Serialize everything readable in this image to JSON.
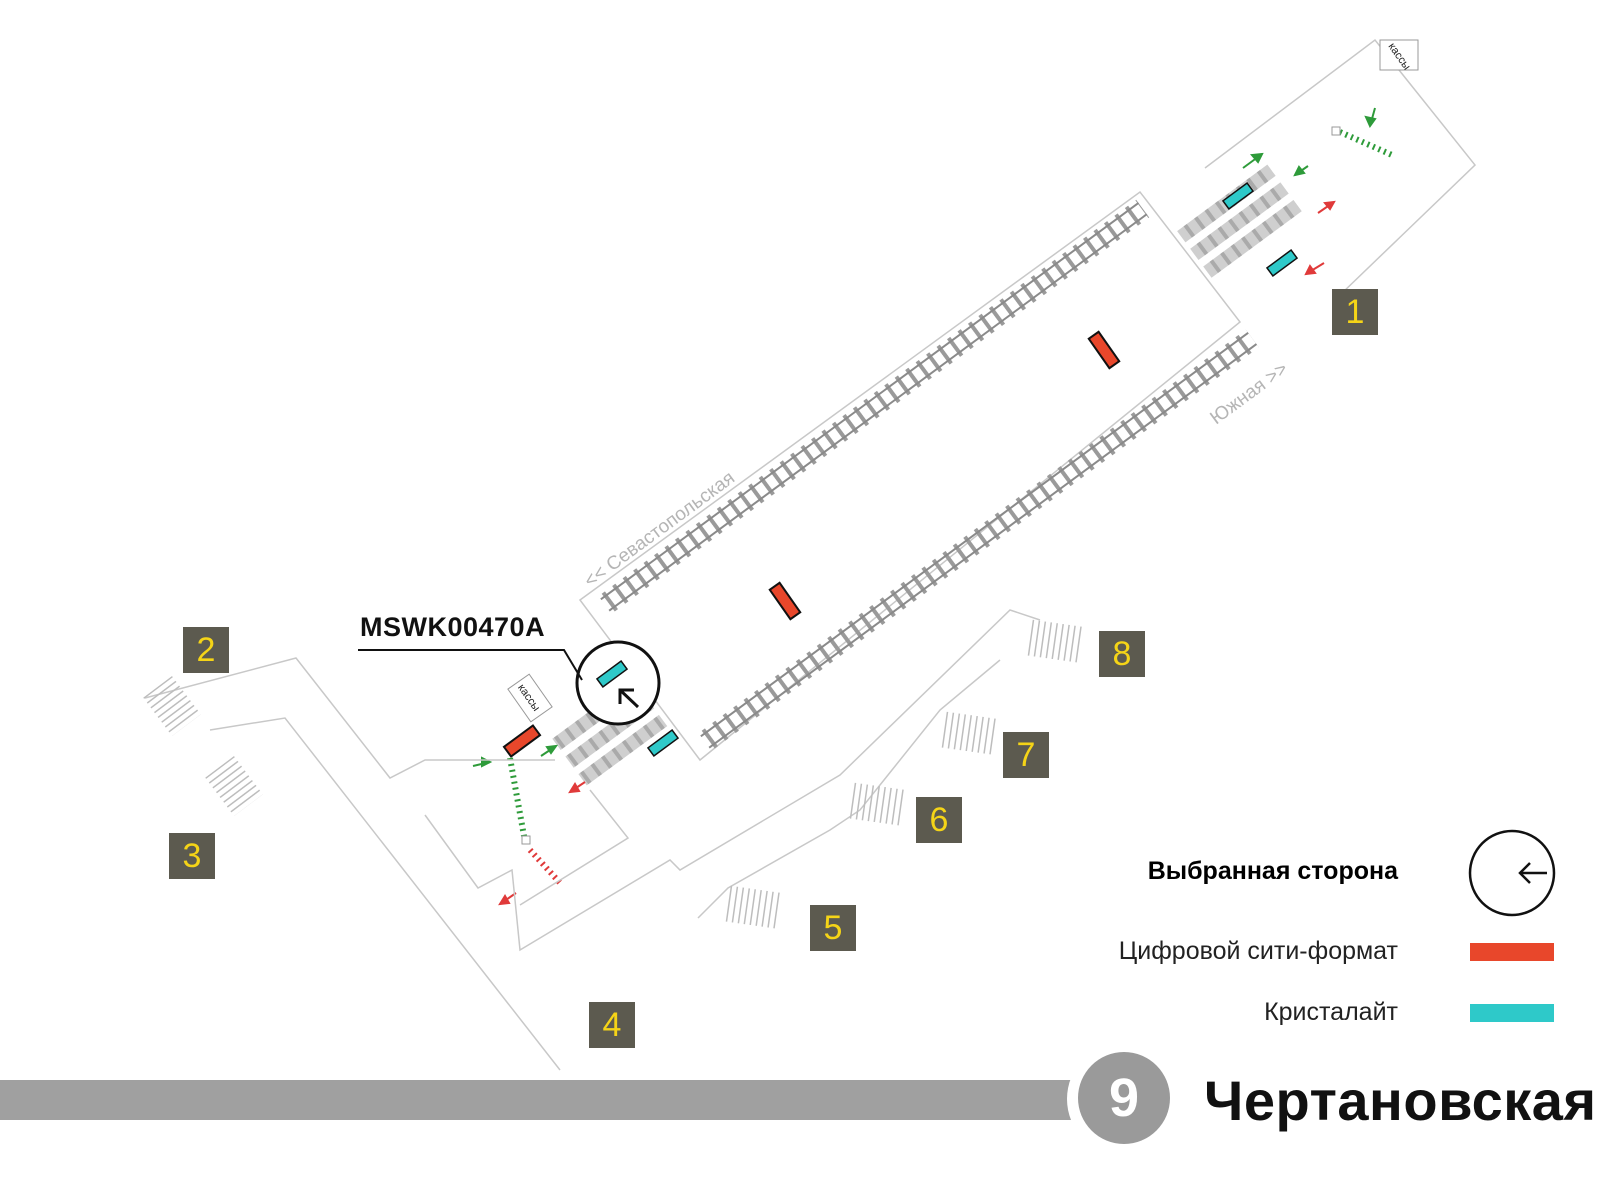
{
  "map": {
    "station_code": "MSWK00470A",
    "direction_left": "<< Севастопольская",
    "direction_right": "Южная >>",
    "ticket_office": "кассы",
    "exits": [
      "1",
      "2",
      "3",
      "4",
      "5",
      "6",
      "7",
      "8"
    ],
    "colors": {
      "digital_city_format": "#e8472b",
      "crystalite": "#2ec9c9",
      "exit_box_bg": "#5c5a4f",
      "exit_box_text": "#f5d417",
      "arrow_in": "#2e9b3a",
      "arrow_out": "#e03a3a",
      "line_stripe": "#a0a0a0"
    },
    "icons": {
      "selected_side": "arrow-left-icon",
      "selected_side_on_map": "arrow-up-left-icon"
    }
  },
  "legend": {
    "selected_side": "Выбранная сторона",
    "digital_city_format": "Цифровой сити-формат",
    "crystalite": "Кристалайт"
  },
  "station": {
    "line_number": "9",
    "name": "Чертановская"
  }
}
